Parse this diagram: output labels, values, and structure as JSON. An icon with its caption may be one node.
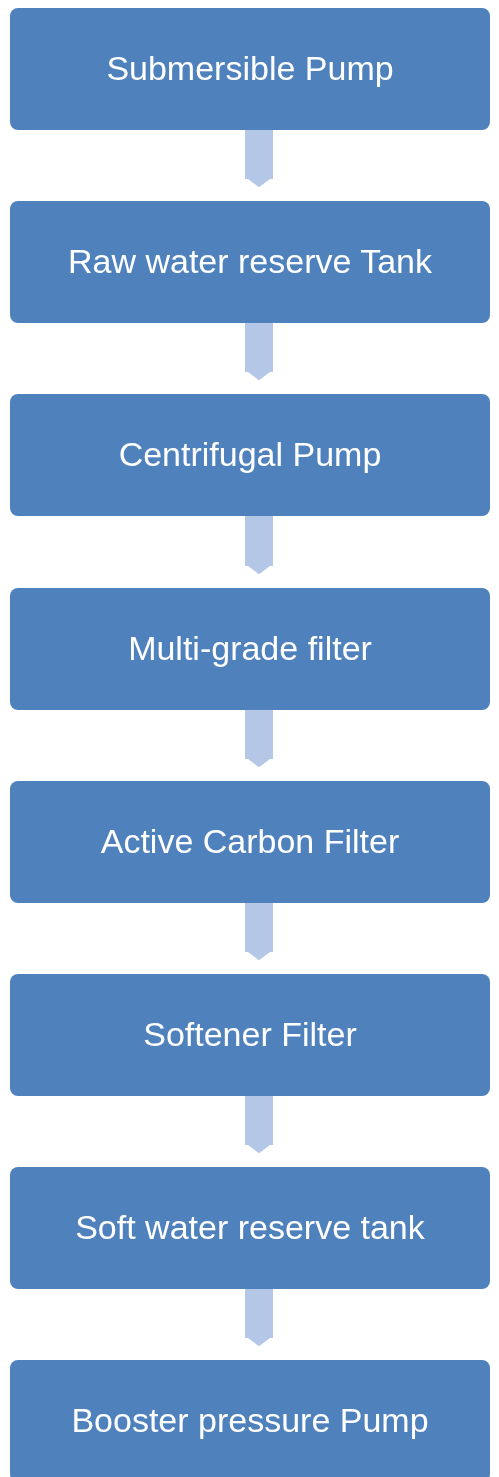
{
  "diagram": {
    "nodes": [
      {
        "text": [
          "Submersible Pump"
        ]
      },
      {
        "text": [
          "Raw water reserve Tank"
        ]
      },
      {
        "text": [
          "Centrifugal Pump"
        ]
      },
      {
        "text": [
          "Multi-grade filter"
        ]
      },
      {
        "text": [
          "Active Carbon Filter"
        ]
      },
      {
        "text": [
          "Softener Filter"
        ]
      },
      {
        "text": [
          "Soft water reserve tank"
        ]
      },
      {
        "text": [
          "Booster pressure Pump"
        ]
      }
    ],
    "edges": [
      {
        "from": 0,
        "to": 1,
        "arrow": "to"
      },
      {
        "from": 1,
        "to": 2,
        "arrow": "to"
      },
      {
        "from": 2,
        "to": 3,
        "arrow": "to"
      },
      {
        "from": 3,
        "to": 4,
        "arrow": "to"
      },
      {
        "from": 4,
        "to": 5,
        "arrow": "to"
      },
      {
        "from": 5,
        "to": 6,
        "arrow": "to"
      },
      {
        "from": 6,
        "to": 7,
        "arrow": "to"
      }
    ]
  }
}
